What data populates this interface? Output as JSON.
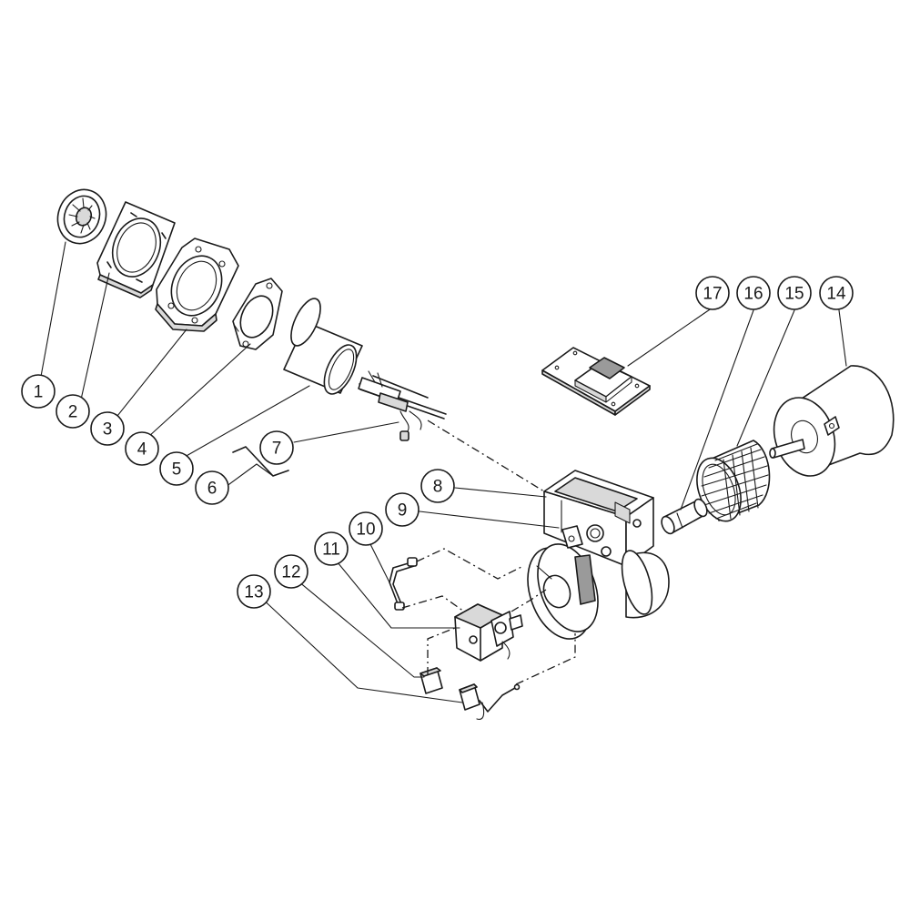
{
  "parts": [
    {
      "id": "1",
      "name": "part-1"
    },
    {
      "id": "2",
      "name": "part-2"
    },
    {
      "id": "3",
      "name": "part-3"
    },
    {
      "id": "4",
      "name": "part-4"
    },
    {
      "id": "5",
      "name": "part-5"
    },
    {
      "id": "6",
      "name": "part-6"
    },
    {
      "id": "7",
      "name": "part-7"
    },
    {
      "id": "8",
      "name": "part-8"
    },
    {
      "id": "9",
      "name": "part-9"
    },
    {
      "id": "10",
      "name": "part-10"
    },
    {
      "id": "11",
      "name": "part-11"
    },
    {
      "id": "12",
      "name": "part-12"
    },
    {
      "id": "13",
      "name": "part-13"
    },
    {
      "id": "14",
      "name": "part-14"
    },
    {
      "id": "15",
      "name": "part-15"
    },
    {
      "id": "16",
      "name": "part-16"
    },
    {
      "id": "17",
      "name": "part-17"
    }
  ]
}
